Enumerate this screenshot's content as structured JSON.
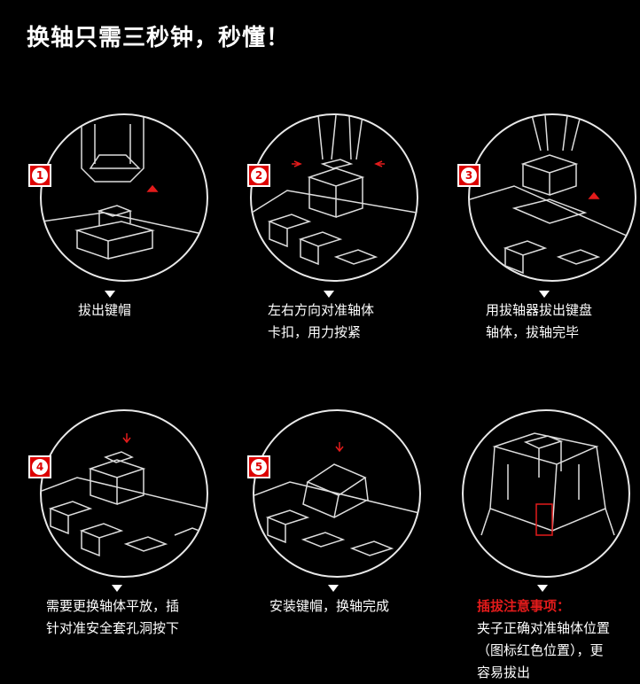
{
  "page": {
    "title": "换轴只需三秒钟，秒懂！"
  },
  "steps": [
    {
      "number": "1",
      "caption": [
        "拔出键帽"
      ]
    },
    {
      "number": "2",
      "caption": [
        "左右方向对准轴体",
        "卡扣，用力按紧"
      ]
    },
    {
      "number": "3",
      "caption": [
        "用拔轴器拔出键盘",
        "轴体，拔轴完毕"
      ]
    },
    {
      "number": "4",
      "caption": [
        "需要更换轴体平放，插",
        "针对准安全套孔洞按下"
      ]
    },
    {
      "number": "5",
      "caption": [
        "安装键帽，换轴完成"
      ]
    }
  ],
  "notice": {
    "heading": "插拔注意事项：",
    "lines": [
      "夹子正确对准轴体位置",
      "（图标红色位置），更",
      "容易拔出"
    ]
  },
  "colors": {
    "accent": "#e31b1b",
    "line": "#e8e8e8",
    "background": "#000000"
  }
}
